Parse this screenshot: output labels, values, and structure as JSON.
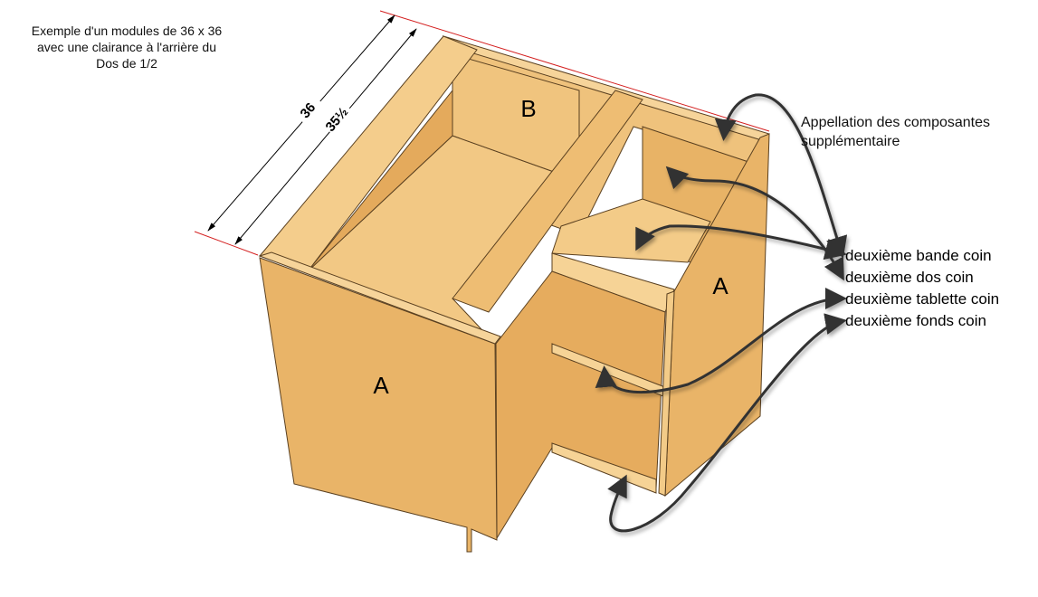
{
  "title_note": {
    "line1": "Exemple d'un modules de 36 x 36",
    "line2": "avec une clairance à l'arrière du",
    "line3": "Dos de 1/2"
  },
  "dimensions": {
    "outer": "36",
    "inner": "35½"
  },
  "panel_labels": {
    "back": "B",
    "left_side": "A",
    "right_side": "A"
  },
  "legend": {
    "heading_line1": "Appellation des composantes",
    "heading_line2": "supplémentaire",
    "items": [
      "deuxième bande coin",
      "deuxième dos coin",
      "deuxième tablette coin",
      "deuxième fonds coin"
    ]
  },
  "colors": {
    "wood": "#e9b468",
    "wood_light": "#f4cd8c",
    "wood_dark": "#d69b4f",
    "edge": "#5a4020",
    "arrow": "#333333",
    "dim_red": "#d42020"
  }
}
